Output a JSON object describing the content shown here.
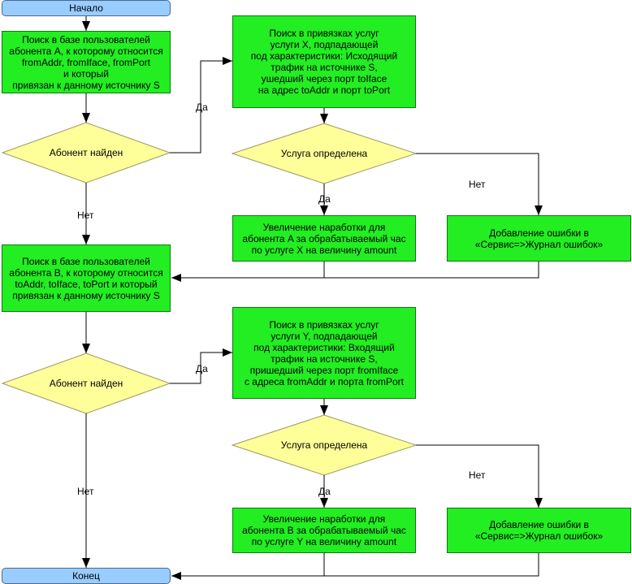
{
  "nodes": {
    "start": "Начало",
    "search_a": "Поиск в базе пользователей\nабонента A, к которому относится\nfromAddr, fromIface, fromPort\nи который\nпривязан к данному источнику S",
    "decision_a": "Абонент найден",
    "search_service_x": "Поиск в привязках услуг\nуслуги X, подпадающей\nпод характеристики: Исходящий\nтрафик на источнике S,\nушедший через порт toIface\nна адрес toAddr и порт toPort",
    "decision_service_x": "Услуга определена",
    "increase_a": "Увеличение наработки для\nабонента A за обрабатываемый час\nпо услуге X на величину amount",
    "error_1": "Добавление ошибки в\n«Сервис=>Журнал ошибок»",
    "search_b": "Поиск в базе пользователей\nабонента B, к которому относится\ntoAddr, toIface, toPort и который\nпривязан к данному источнику S",
    "decision_b": "Абонент найден",
    "search_service_y": "Поиск в привязках услуг\nуслуги Y, подпадающей\nпод характеристики: Входящий\nтрафик на источнике S,\nпришедший через порт fromIface\nс адреса fromAddr и порта fromPort",
    "decision_service_y": "Услуга определена",
    "increase_b": "Увеличение наработки для\nабонента B за обрабатываемый час\nпо услуге Y на величину amount",
    "error_2": "Добавление ошибки в\n«Сервис=>Журнал ошибок»",
    "end": "Конец"
  },
  "edge_labels": {
    "a_yes": "Да",
    "a_no": "Нет",
    "x_yes": "Да",
    "x_no": "Нет",
    "b_yes": "Да",
    "b_no": "Нет",
    "y_yes": "Да",
    "y_no": "Нет"
  },
  "colors": {
    "terminal_fill": "#99ccff",
    "process_fill": "#22ee22",
    "decision_fill": "#ffff99",
    "line": "#000000"
  }
}
